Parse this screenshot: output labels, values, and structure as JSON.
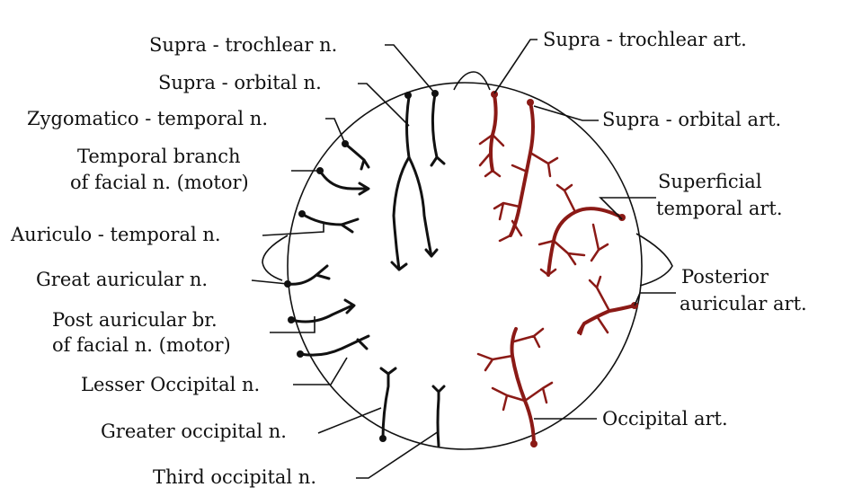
{
  "labels": {
    "supra_trochlear_n": "Supra - trochlear n.",
    "supra_orbital_n": "Supra - orbital n.",
    "zygomatico_temporal_n": "Zygomatico - temporal n.",
    "temporal_branch_l1": "Temporal branch",
    "temporal_branch_l2": "of facial n. (motor)",
    "auriculo_temporal_n": "Auriculo - temporal n.",
    "great_auricular_n": "Great auricular n.",
    "post_auricular_l1": "Post auricular br.",
    "post_auricular_l2": "of facial n. (motor)",
    "lesser_occipital_n": "Lesser Occipital n.",
    "greater_occipital_n": "Greater occipital n.",
    "third_occipital_n": "Third occipital n.",
    "supra_trochlear_art": "Supra - trochlear art.",
    "supra_orbital_art": "Supra - orbital art.",
    "superficial_temporal_l1": "Superficial",
    "superficial_temporal_l2": "temporal art.",
    "posterior_auricular_l1": "Posterior",
    "posterior_auricular_l2": "auricular art.",
    "occipital_art": "Occipital art."
  },
  "colors": {
    "nerve": "#111111",
    "artery": "#8b1a16",
    "background": "#ffffff"
  }
}
